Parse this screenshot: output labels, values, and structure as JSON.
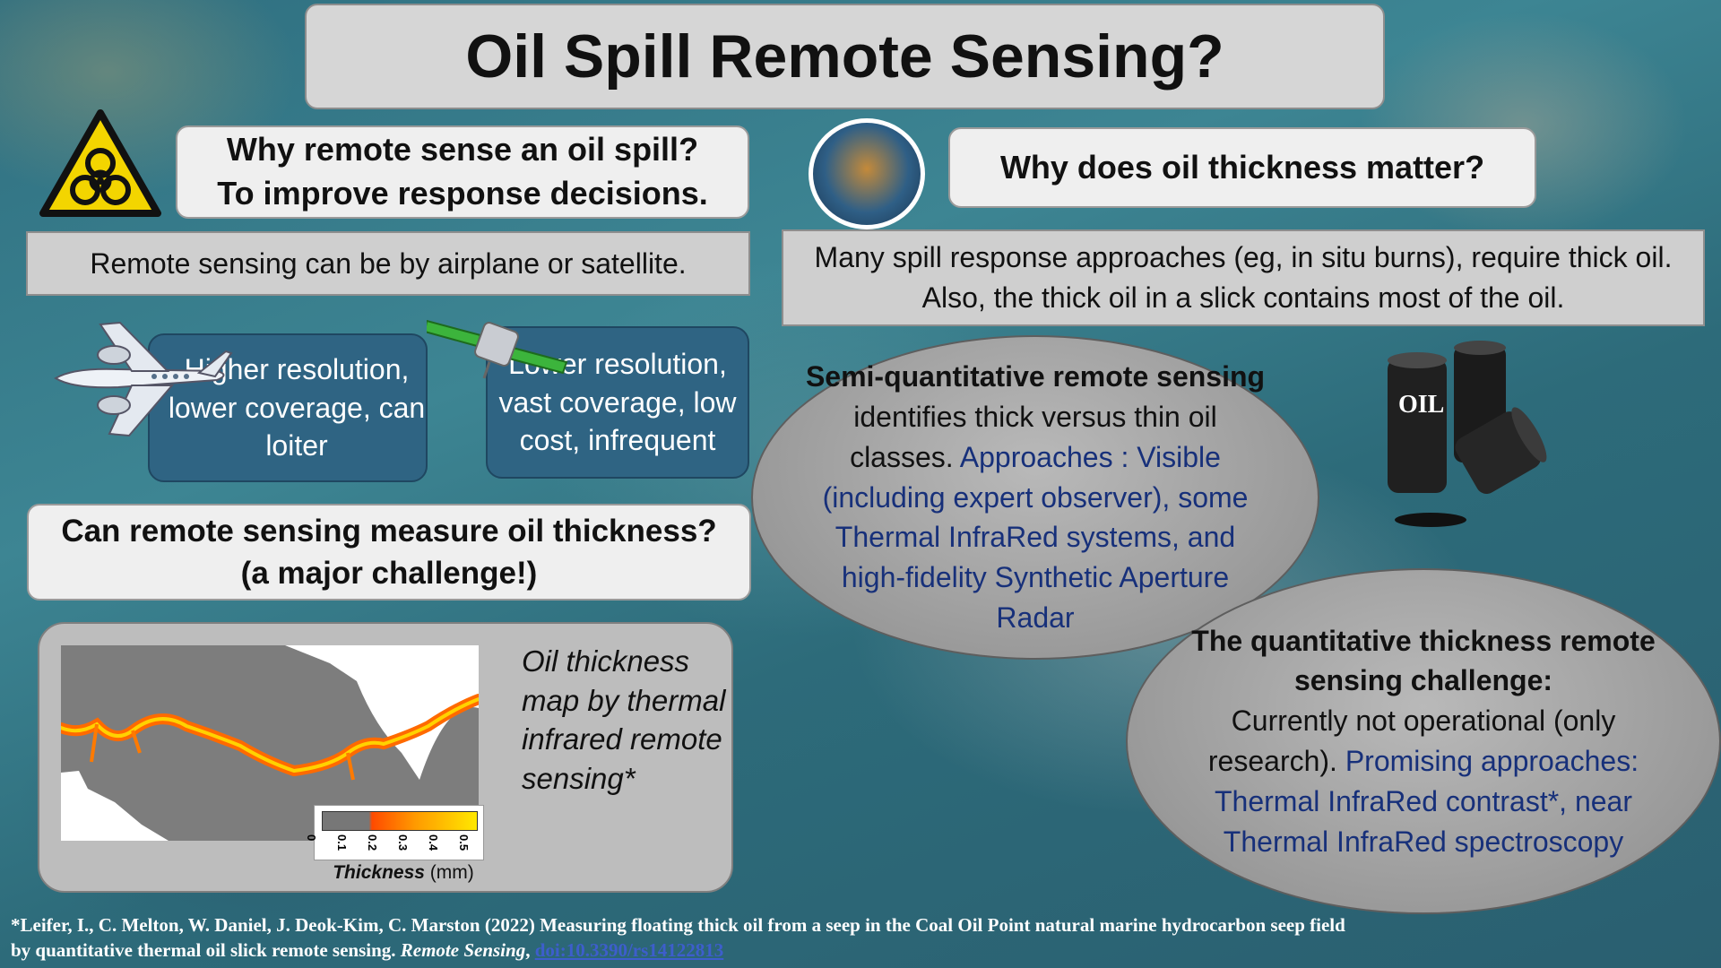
{
  "title": "Oil Spill Remote Sensing?",
  "left": {
    "q1_line1": "Why remote sense an oil spill?",
    "q1_line2": "To improve response decisions.",
    "platforms_text": "Remote sensing can be by airplane or satellite.",
    "airplane_text": "Higher resolution, lower coverage, can loiter",
    "satellite_text": "Lower resolution, vast coverage, low cost, infrequent",
    "q2_line1": "Can remote sensing measure oil thickness?",
    "q2_line2": "(a major challenge!)",
    "map_caption": "Oil thickness map by thermal infrared remote sensing*",
    "colorbar_ticks": [
      "0",
      "0.1",
      "0.2",
      "0.3",
      "0.4",
      "0.5"
    ],
    "colorbar_label_bold": "Thickness",
    "colorbar_label_unit": " (mm)"
  },
  "right": {
    "q3": "Why does oil thickness matter?",
    "thickness_line1": "Many spill response approaches (eg, in situ burns), require thick oil.",
    "thickness_line2": "Also, the thick oil in a slick contains most of the oil.",
    "semi_bold": "Semi-quantitative remote sensing",
    "semi_text": " identifies thick versus thin oil classes. ",
    "semi_approaches": "Approaches : Visible (including expert observer), some Thermal InfraRed systems, and high-fidelity Synthetic Aperture Radar",
    "quant_bold": "The quantitative thickness remote sensing challenge:",
    "quant_text": "Currently not operational (only research). ",
    "quant_approaches": "Promising approaches: Thermal InfraRed contrast*, near Thermal InfraRed spectroscopy",
    "barrel_label": "OIL"
  },
  "reference": {
    "text": "*Leifer, I., C. Melton, W. Daniel, J. Deok-Kim, C. Marston (2022) Measuring floating thick oil from a seep in the Coal Oil Point natural marine hydrocarbon seep field by quantitative thermal oil slick remote sensing. ",
    "journal": "Remote Sensing",
    "sep": ", ",
    "doi": "doi:10.3390/rs14122813"
  }
}
